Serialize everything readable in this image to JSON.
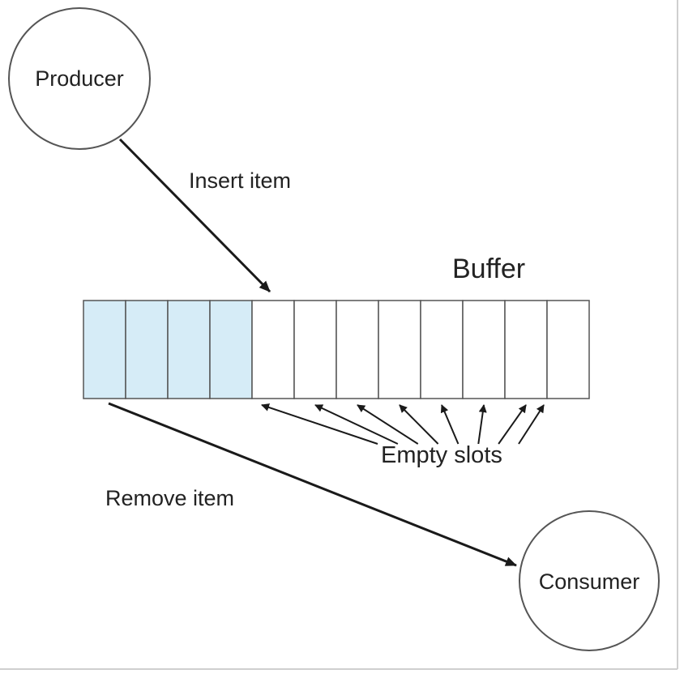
{
  "diagram": {
    "producer": {
      "label": "Producer"
    },
    "consumer": {
      "label": "Consumer"
    },
    "buffer": {
      "label": "Buffer",
      "filled_slots": 4,
      "total_slots": 12,
      "filled_color": "#d6ecf7",
      "empty_color": "#ffffff",
      "border_color": "#555555"
    },
    "insert_label": "Insert item",
    "remove_label": "Remove item",
    "empty_slots_label": "Empty slots"
  }
}
